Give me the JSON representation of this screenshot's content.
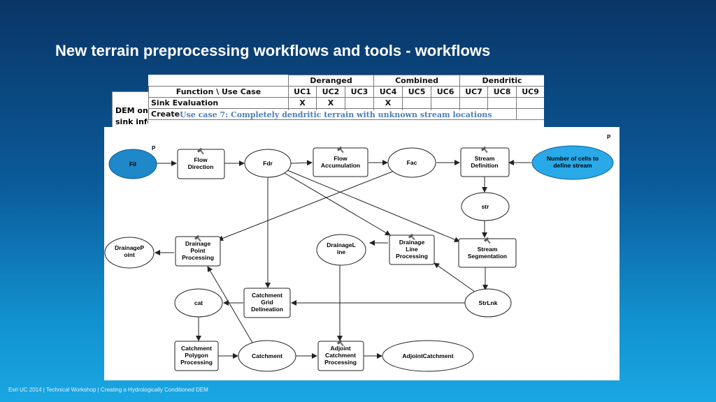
{
  "title": "New terrain preprocessing workflows and tools - workflows",
  "footer": "Esri UC 2014 | Technical Workshop |  Creating a Hydrologically Conditioned DEM",
  "back_table": {
    "row1": "DEM onl",
    "row2": "sink info"
  },
  "uc_table": {
    "groups": [
      "Deranged",
      "Combined",
      "Dendritic"
    ],
    "header": [
      "Function \\ Use Case",
      "UC1",
      "UC2",
      "UC3",
      "UC4",
      "UC5",
      "UC6",
      "UC7",
      "UC8",
      "UC9"
    ],
    "rows": [
      [
        "Sink Evaluation",
        "X",
        "X",
        "",
        "X",
        "",
        "",
        "",
        "",
        ""
      ],
      [
        "Create",
        "",
        "",
        "",
        "",
        "",
        "",
        "",
        "",
        ""
      ]
    ]
  },
  "uc7_title": "Use case 7: Completely dendritic terrain with unknown stream locations",
  "diagram": {
    "p_labels": [
      "P",
      "P"
    ],
    "nodes": {
      "fil": "Fil",
      "flow_direction": [
        "Flow",
        "Direction"
      ],
      "fdr": "Fdr",
      "flow_accumulation": [
        "Flow",
        "Accumulation"
      ],
      "fac": "Fac",
      "stream_definition": [
        "Stream",
        "Definition"
      ],
      "num_cells": [
        "Number of cells to",
        "define stream"
      ],
      "str": "str",
      "drainage_point": [
        "DrainageP",
        "oint"
      ],
      "drainage_point_processing": [
        "Drainage",
        "Point",
        "Processing"
      ],
      "drainage_line": [
        "DrainageL",
        "ine"
      ],
      "drainage_line_processing": [
        "Drainage",
        "Line",
        "Processing"
      ],
      "stream_segmentation": [
        "Stream",
        "Segmentation"
      ],
      "cat": "cat",
      "catchment_grid": [
        "Catchment",
        "Grid",
        "Delineation"
      ],
      "strlnk": "StrLnk",
      "catchment_polygon": [
        "Catchment",
        "Polygon",
        "Processing"
      ],
      "catchment": "Catchment",
      "adjoint_processing": [
        "Adjoint",
        "Catchment",
        "Processing"
      ],
      "adjoint_catchment": "AdjointCatchment"
    }
  },
  "colors": {
    "fil_fill": "#1e88c8",
    "num_cells_fill": "#29a9e8",
    "bg_top": "#0a3566",
    "bg_bottom": "#19a7e3",
    "uc7_title": "#4a7fb8"
  }
}
